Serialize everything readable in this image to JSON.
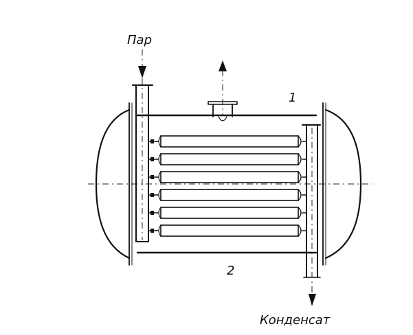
{
  "labels": {
    "steam_in": "Пар",
    "condensate_out": "Конденсат",
    "part_1": "1",
    "part_2": "2"
  }
}
